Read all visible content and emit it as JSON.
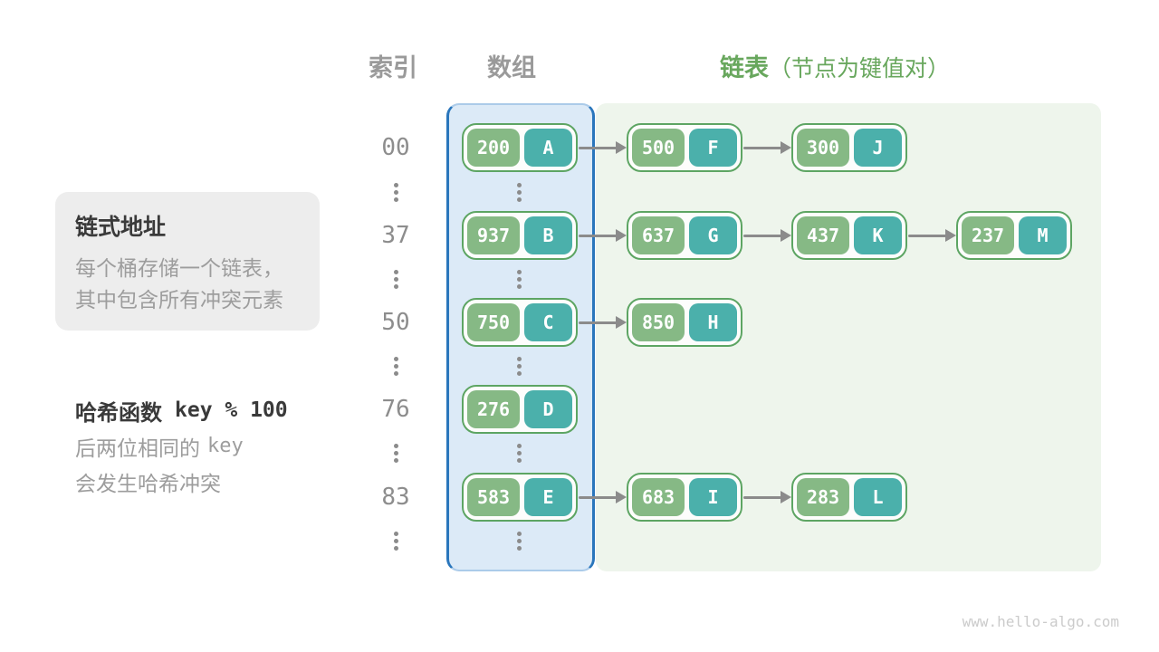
{
  "header": {
    "index_label": "索引",
    "array_label": "数组",
    "list_label": "链表",
    "list_note": "（节点为键值对）"
  },
  "info_box": {
    "title": "链式地址",
    "line1": "每个桶存储一个链表，",
    "line2": "其中包含所有冲突元素"
  },
  "hash_note": {
    "label": "哈希函数",
    "formula": "key % 100",
    "line1_text": "后两位相同的",
    "line1_code": "key",
    "line2_text": "会发生哈希冲突"
  },
  "hash_table": {
    "rows": [
      {
        "index": "00",
        "nodes": [
          {
            "key": "200",
            "value": "A"
          },
          {
            "key": "500",
            "value": "F"
          },
          {
            "key": "300",
            "value": "J"
          }
        ]
      },
      {
        "index": "37",
        "nodes": [
          {
            "key": "937",
            "value": "B"
          },
          {
            "key": "637",
            "value": "G"
          },
          {
            "key": "437",
            "value": "K"
          },
          {
            "key": "237",
            "value": "M"
          }
        ]
      },
      {
        "index": "50",
        "nodes": [
          {
            "key": "750",
            "value": "C"
          },
          {
            "key": "850",
            "value": "H"
          }
        ]
      },
      {
        "index": "76",
        "nodes": [
          {
            "key": "276",
            "value": "D"
          }
        ]
      },
      {
        "index": "83",
        "nodes": [
          {
            "key": "583",
            "value": "E"
          },
          {
            "key": "683",
            "value": "I"
          },
          {
            "key": "283",
            "value": "L"
          }
        ]
      }
    ]
  },
  "watermark": "www.hello-algo.com",
  "colors": {
    "header_gray": "#9a9a9a",
    "header_green": "#68a75d",
    "title_dark": "#3a3a3a",
    "body_gray": "#9d9d9d",
    "index_gray": "#8d8d8d",
    "info_box_bg": "#ededed",
    "array_fill": "#dceaf7",
    "array_border": "#2a76bc",
    "list_fill": "#eef5ec",
    "node_border": "#5da563",
    "key_cell_green": "#86b985",
    "value_cell_teal": "#4bb0ab",
    "arrow_gray": "#8b8b8b",
    "watermark_gray": "#cbcbcb"
  }
}
